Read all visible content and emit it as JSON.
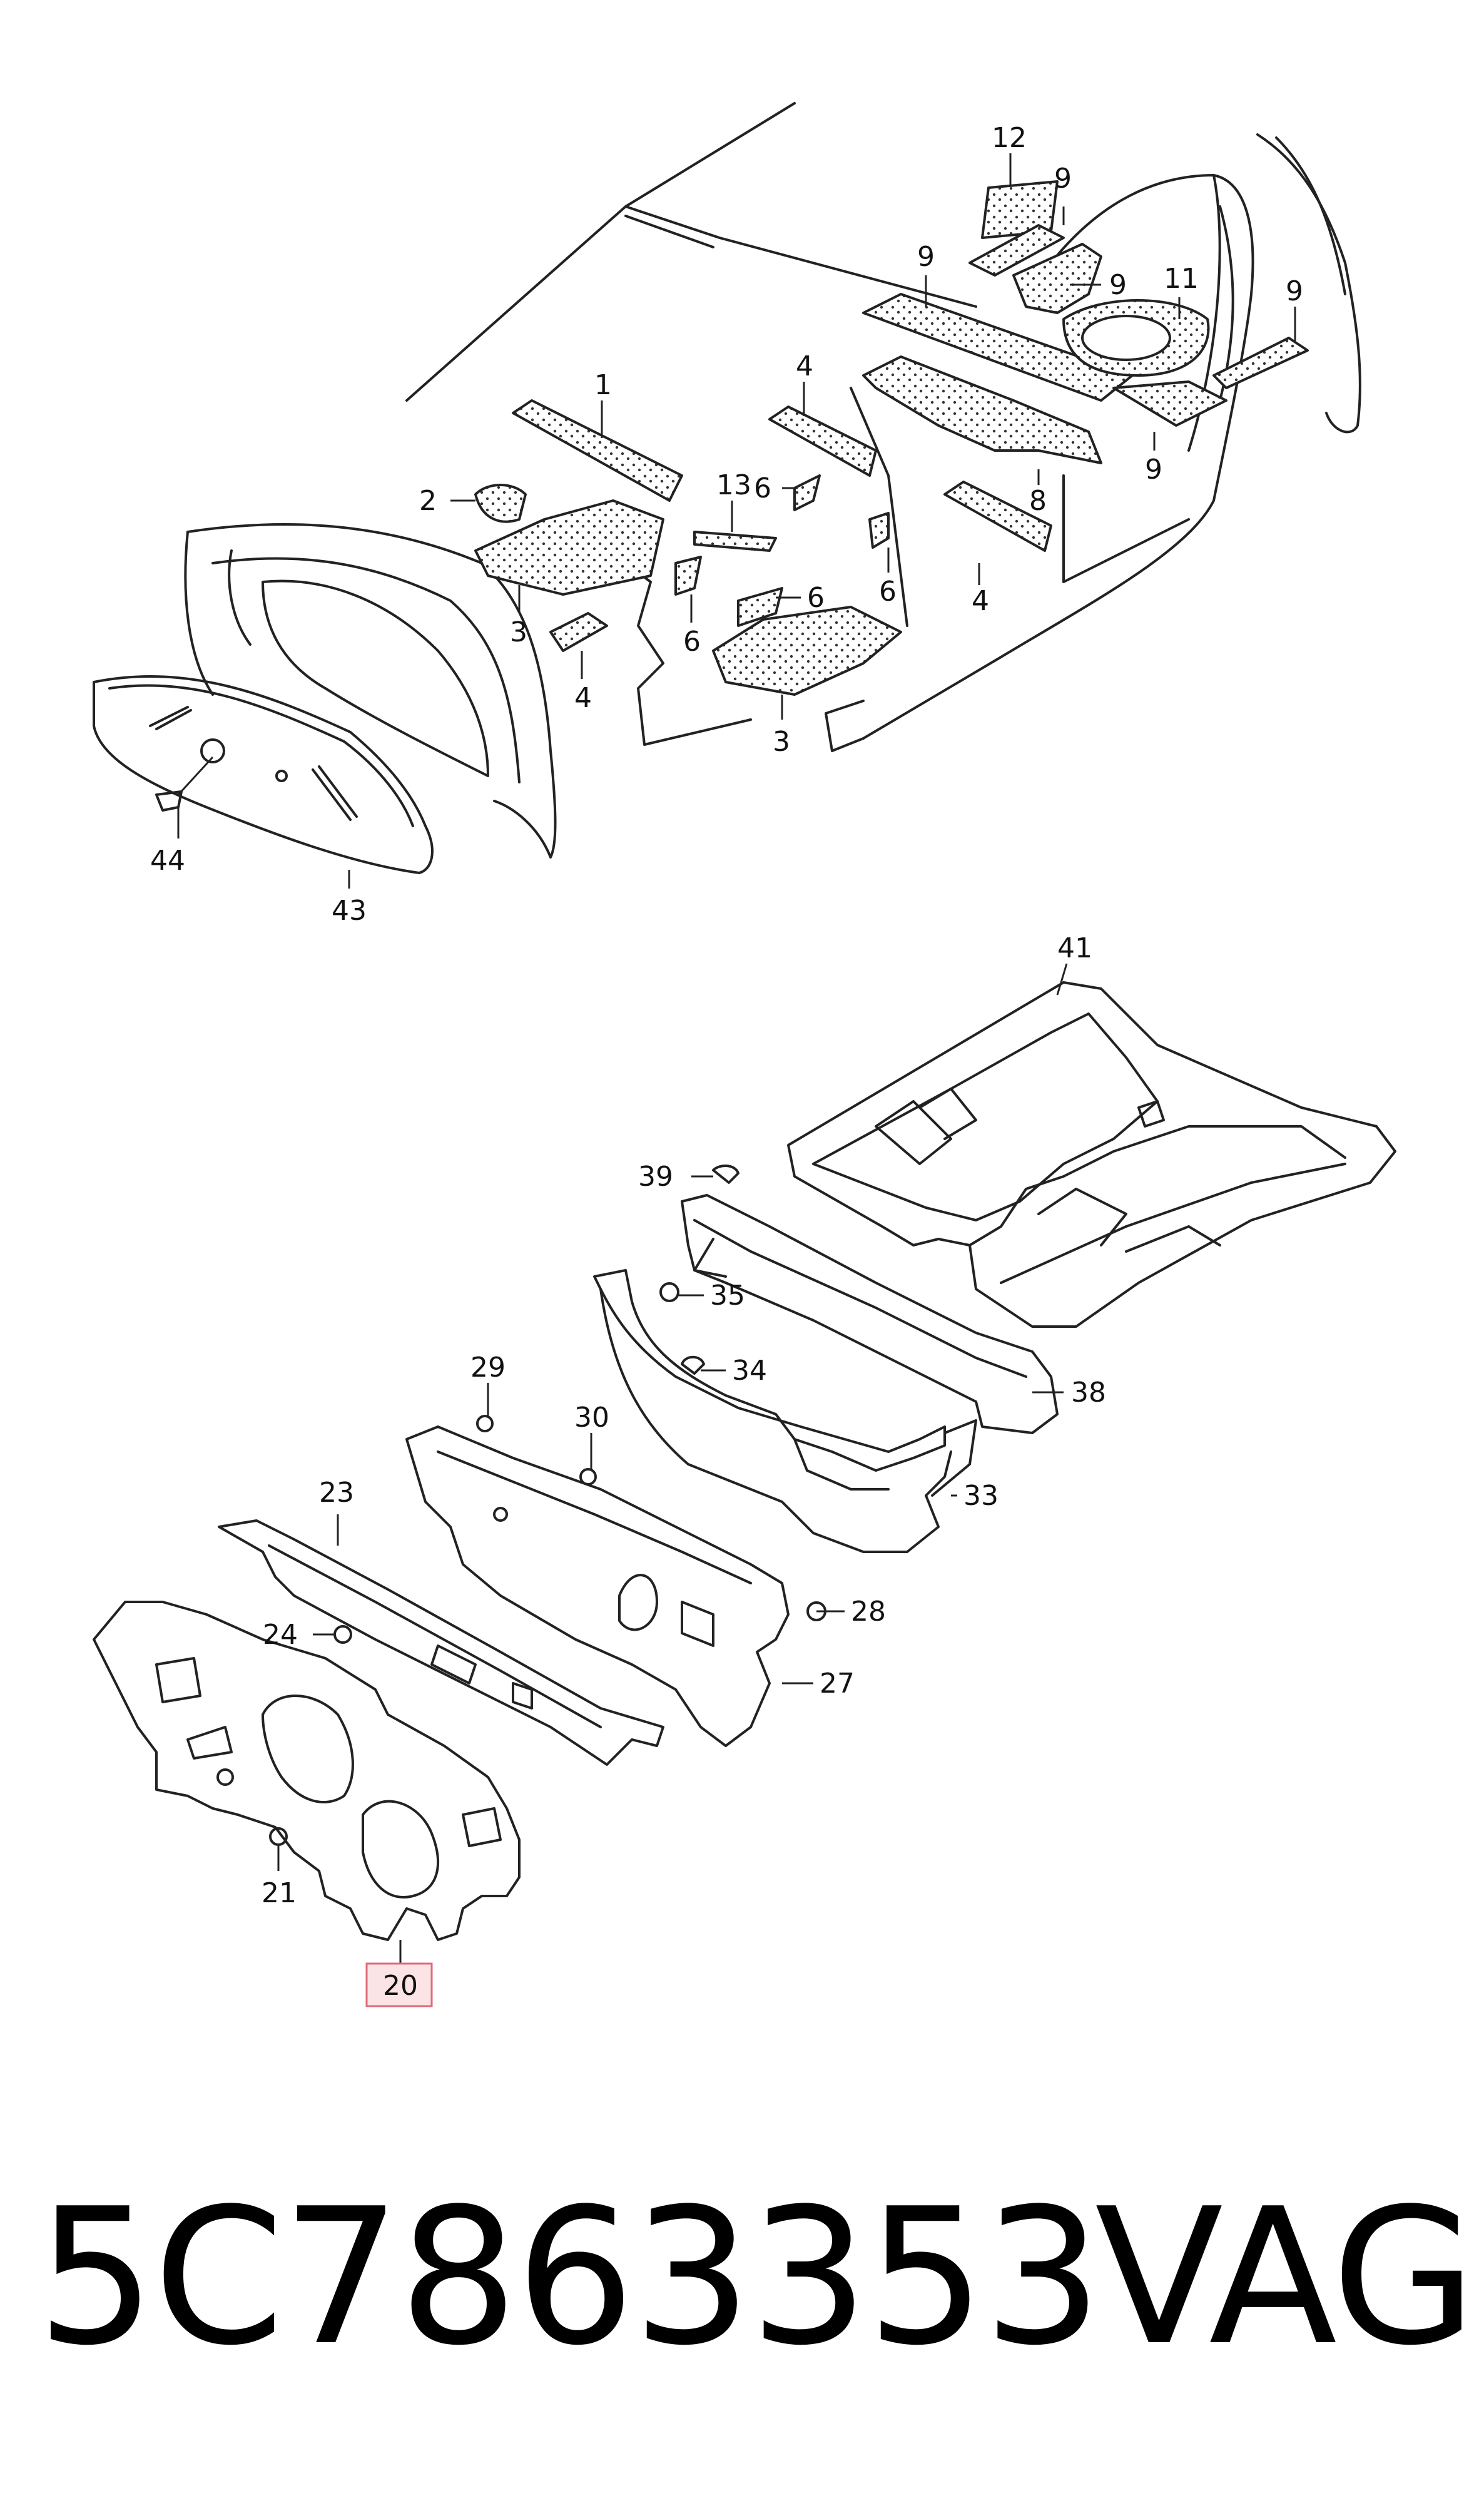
{
  "callouts": [
    {
      "id": "1",
      "label": "1"
    },
    {
      "id": "2",
      "label": "2"
    },
    {
      "id": "3a",
      "label": "3"
    },
    {
      "id": "3b",
      "label": "3"
    },
    {
      "id": "4a",
      "label": "4"
    },
    {
      "id": "4b",
      "label": "4"
    },
    {
      "id": "4c",
      "label": "4"
    },
    {
      "id": "6a",
      "label": "6"
    },
    {
      "id": "6b",
      "label": "6"
    },
    {
      "id": "6c",
      "label": "6"
    },
    {
      "id": "6d",
      "label": "6"
    },
    {
      "id": "8",
      "label": "8"
    },
    {
      "id": "9a",
      "label": "9"
    },
    {
      "id": "9b",
      "label": "9"
    },
    {
      "id": "9c",
      "label": "9"
    },
    {
      "id": "9d",
      "label": "9"
    },
    {
      "id": "9e",
      "label": "9"
    },
    {
      "id": "11",
      "label": "11"
    },
    {
      "id": "12",
      "label": "12"
    },
    {
      "id": "13",
      "label": "13"
    },
    {
      "id": "20",
      "label": "20"
    },
    {
      "id": "21",
      "label": "21"
    },
    {
      "id": "23",
      "label": "23"
    },
    {
      "id": "24",
      "label": "24"
    },
    {
      "id": "27",
      "label": "27"
    },
    {
      "id": "28",
      "label": "28"
    },
    {
      "id": "29",
      "label": "29"
    },
    {
      "id": "30",
      "label": "30"
    },
    {
      "id": "33",
      "label": "33"
    },
    {
      "id": "34",
      "label": "34"
    },
    {
      "id": "35",
      "label": "35"
    },
    {
      "id": "38",
      "label": "38"
    },
    {
      "id": "39",
      "label": "39"
    },
    {
      "id": "41",
      "label": "41"
    },
    {
      "id": "43",
      "label": "43"
    },
    {
      "id": "44",
      "label": "44"
    }
  ],
  "highlighted_part": "20",
  "caption": {
    "part_number": "5C7863353",
    "brand": "VAG"
  },
  "colors": {
    "highlight_fill": "#fbe3e6",
    "highlight_border": "#e06a78",
    "line": "#222222"
  }
}
